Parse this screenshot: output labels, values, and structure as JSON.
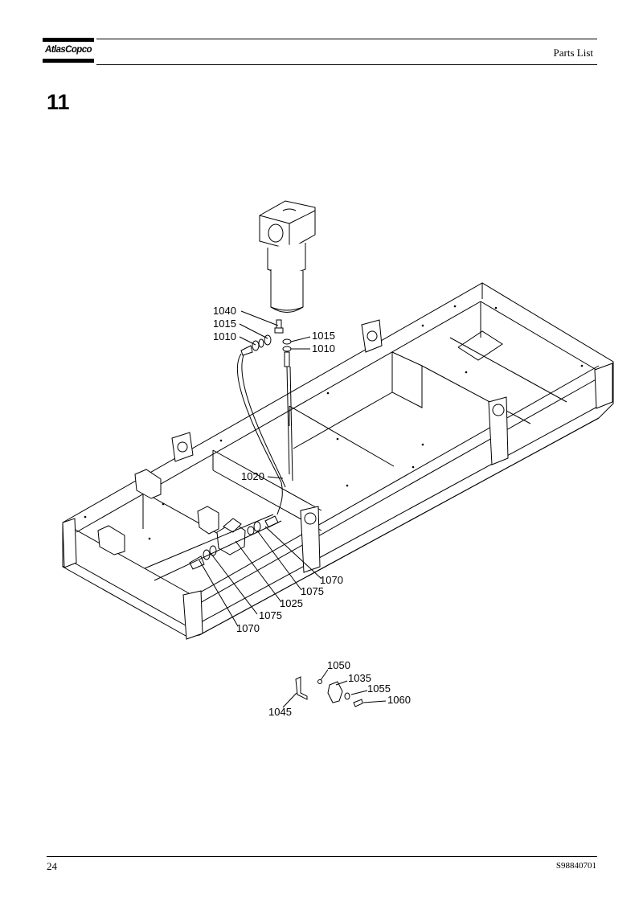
{
  "header": {
    "brand": "AtlasCopco",
    "title": "Parts List"
  },
  "section_number": "11",
  "callouts": [
    "1040",
    "1015",
    "1010",
    "1015",
    "1010",
    "1020",
    "1070",
    "1075",
    "1025",
    "1075",
    "1070",
    "1050",
    "1035",
    "1055",
    "1060",
    "1045"
  ],
  "footer": {
    "page_number": "24",
    "document_id": "S98840701"
  }
}
